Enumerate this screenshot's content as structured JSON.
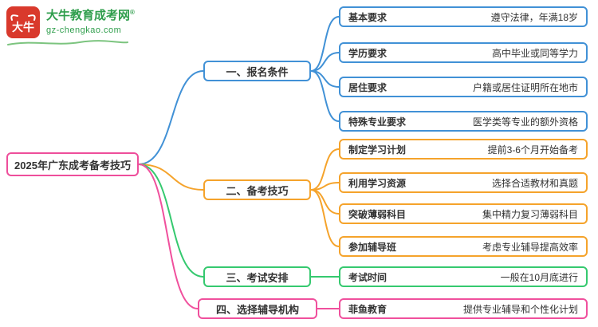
{
  "logo": {
    "mark_text": "大牛",
    "brand": "大牛教育成考网",
    "registered": "®",
    "url": "gz-chengkao.com",
    "red": "#d9392c",
    "green": "#2f9e4c"
  },
  "root": {
    "label": "2025年广东成考备考技巧",
    "color": "#ee4e9b"
  },
  "branches": [
    {
      "label": "一、报名条件",
      "color": "#4191d6",
      "children": [
        {
          "label": "基本要求",
          "value": "遵守法律，年满18岁"
        },
        {
          "label": "学历要求",
          "value": "高中毕业或同等学力"
        },
        {
          "label": "居住要求",
          "value": "户籍或居住证明所在地市"
        },
        {
          "label": "特殊专业要求",
          "value": "医学类等专业的额外资格"
        }
      ]
    },
    {
      "label": "二、备考技巧",
      "color": "#f5a32b",
      "children": [
        {
          "label": "制定学习计划",
          "value": "提前3-6个月开始备考"
        },
        {
          "label": "利用学习资源",
          "value": "选择合适教材和真题"
        },
        {
          "label": "突破薄弱科目",
          "value": "集中精力复习薄弱科目"
        },
        {
          "label": "参加辅导班",
          "value": "考虑专业辅导提高效率"
        }
      ]
    },
    {
      "label": "三、考试安排",
      "color": "#35c96f",
      "children": [
        {
          "label": "考试时间",
          "value": "一般在10月底进行"
        }
      ]
    },
    {
      "label": "四、选择辅导机构",
      "color": "#f0509d",
      "children": [
        {
          "label": "菲鱼教育",
          "value": "提供专业辅导和个性化计划"
        }
      ]
    }
  ]
}
